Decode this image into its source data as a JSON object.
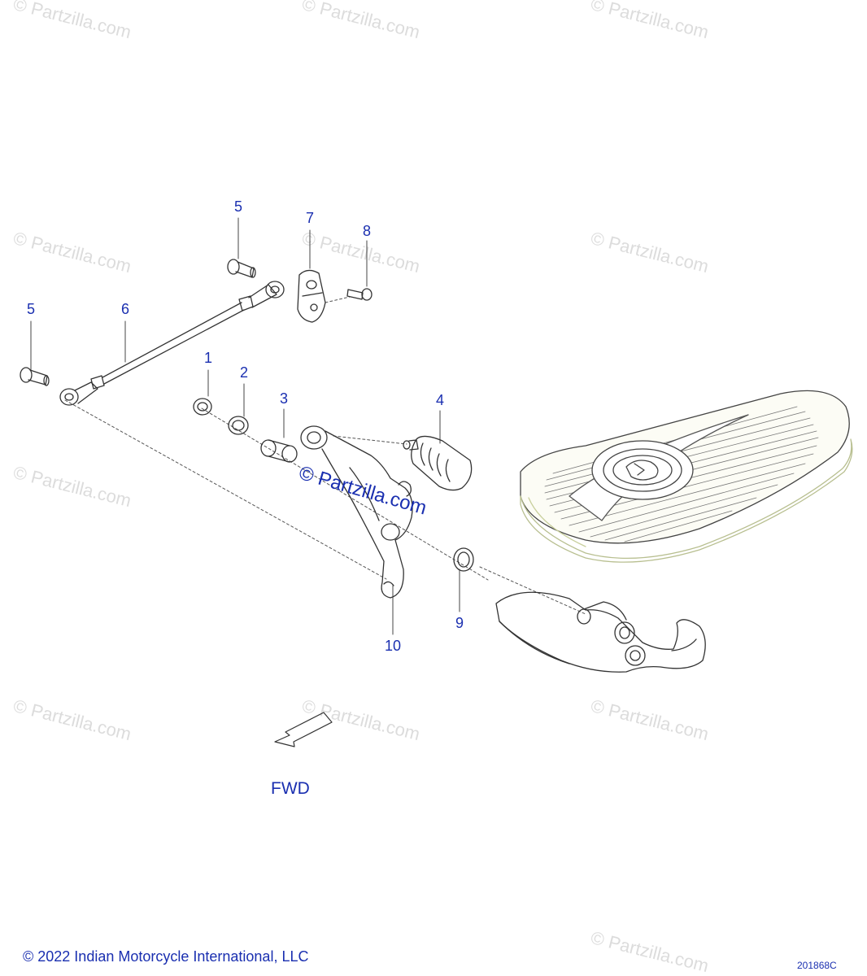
{
  "callouts": {
    "c1": "1",
    "c2": "2",
    "c3": "3",
    "c4": "4",
    "c5a": "5",
    "c5b": "5",
    "c6": "6",
    "c7": "7",
    "c8": "8",
    "c9": "9",
    "c10": "10"
  },
  "direction_label": "FWD",
  "watermark": "© Partzilla.com",
  "center_watermark": "© Partzilla.com",
  "copyright": "© 2022 Indian Motorcycle International, LLC",
  "figure_id": "201868C",
  "colors": {
    "label": "#1a2fb0",
    "linework": "#333333",
    "watermark": "#dcdcdc",
    "floorboard_edge": "#e8ecd0"
  }
}
